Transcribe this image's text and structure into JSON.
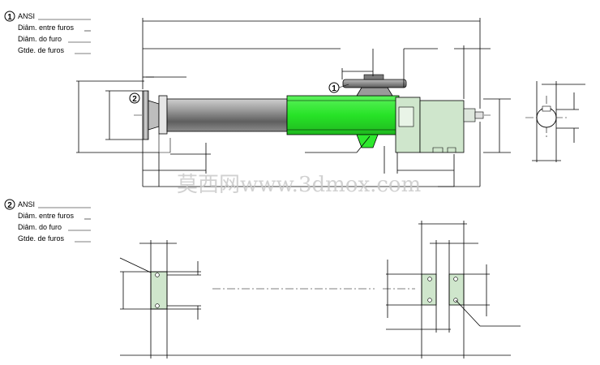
{
  "legend_top": {
    "marker": "1",
    "items": [
      "ANSI",
      "Diâm. entre furos",
      "Diâm. do furo",
      "Gtde. de furos"
    ]
  },
  "legend_bottom": {
    "marker": "2",
    "items": [
      "ANSI",
      "Diâm. entre furos",
      "Diâm. do furo",
      "Gtde. de furos"
    ]
  },
  "callouts": {
    "flange_top": "1",
    "flange_left": "2"
  },
  "watermark": "莫西网www.3dmox.com",
  "colors": {
    "cylinder_green": "#2ee82e",
    "bracket_green": "#cfe6cc",
    "gray_rod": "#8a8a8a"
  }
}
